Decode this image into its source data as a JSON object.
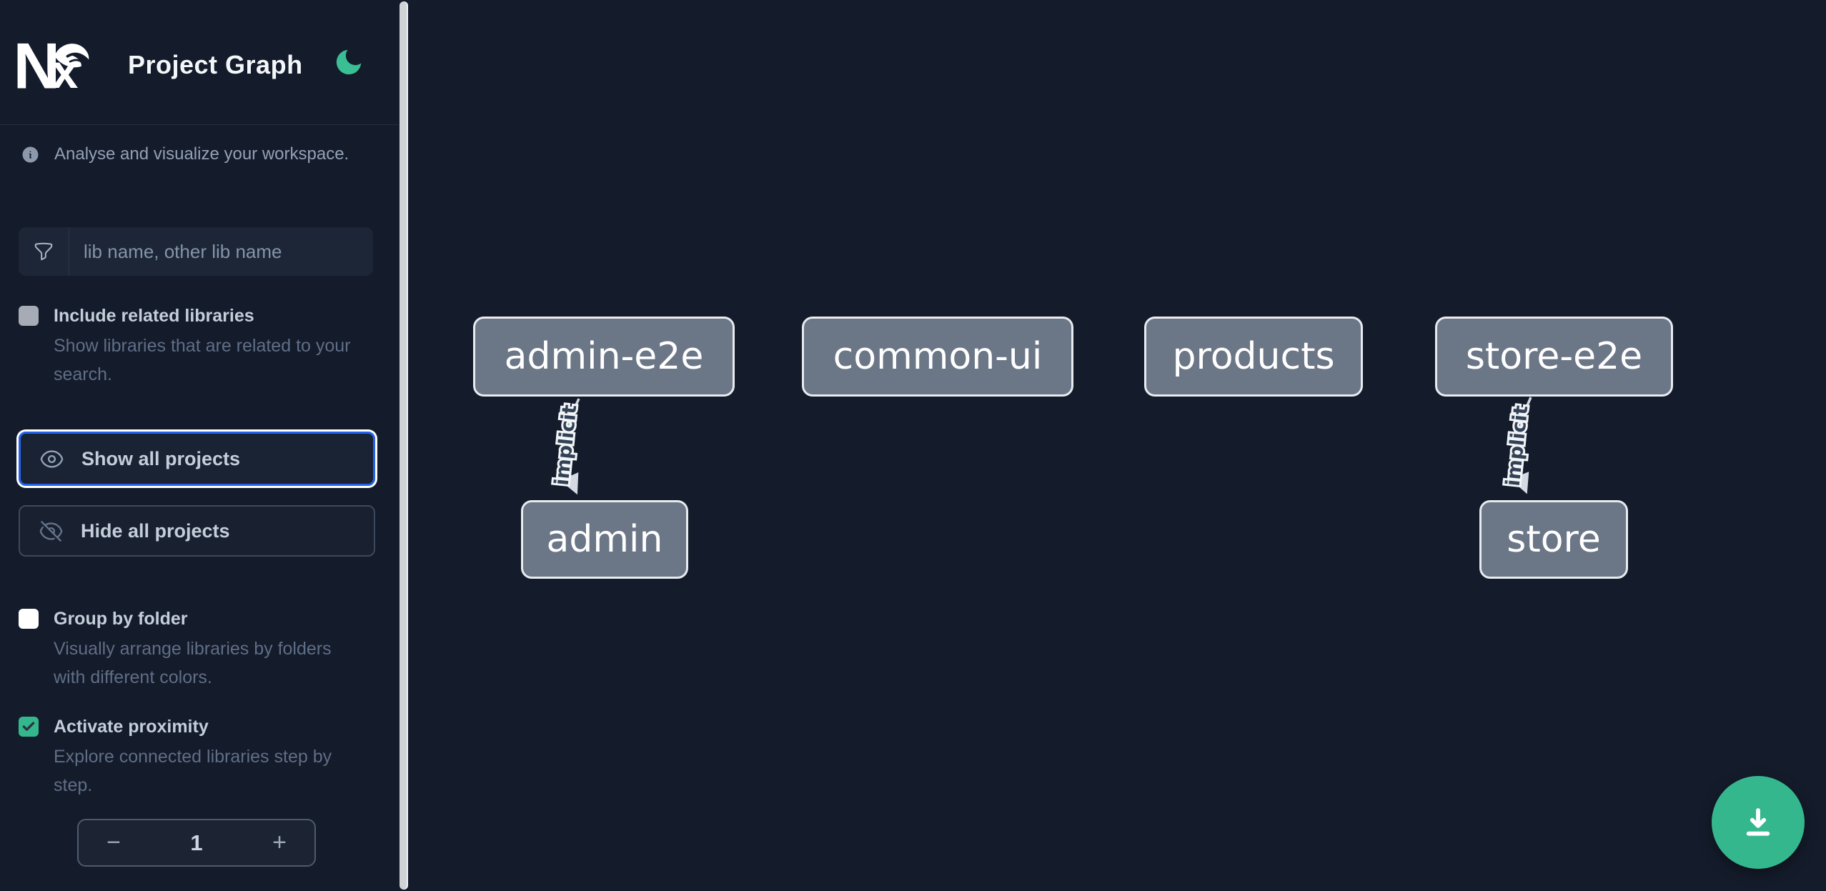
{
  "colors": {
    "background": "#141b2a",
    "accent_green": "#35b78e",
    "focus_blue": "#2563eb",
    "node_fill": "#6b7687",
    "node_border": "#e8ebf0",
    "edge_color": "#d3dae3"
  },
  "header": {
    "logo_text": "Nx",
    "title": "Project Graph"
  },
  "sidebar": {
    "subtitle": "Analyse and visualize your workspace.",
    "search_placeholder": "lib name, other lib name",
    "include_related": {
      "label": "Include related libraries",
      "description": "Show libraries that are related to your search.",
      "checked": false
    },
    "show_all_label": "Show all projects",
    "hide_all_label": "Hide all projects",
    "group_by_folder": {
      "label": "Group by folder",
      "description": "Visually arrange libraries by folders with different colors.",
      "checked": false
    },
    "activate_proximity": {
      "label": "Activate proximity",
      "description": "Explore connected libraries step by step.",
      "checked": true
    },
    "stepper": {
      "decrease_label": "−",
      "value": "1",
      "increase_label": "+"
    }
  },
  "graph": {
    "nodes": [
      {
        "label": "admin-e2e"
      },
      {
        "label": "common-ui"
      },
      {
        "label": "products"
      },
      {
        "label": "store-e2e"
      },
      {
        "label": "admin"
      },
      {
        "label": "store"
      }
    ],
    "edges": [
      {
        "from": "admin-e2e",
        "to": "admin",
        "label": "implicit"
      },
      {
        "from": "store-e2e",
        "to": "store",
        "label": "implicit"
      }
    ]
  }
}
